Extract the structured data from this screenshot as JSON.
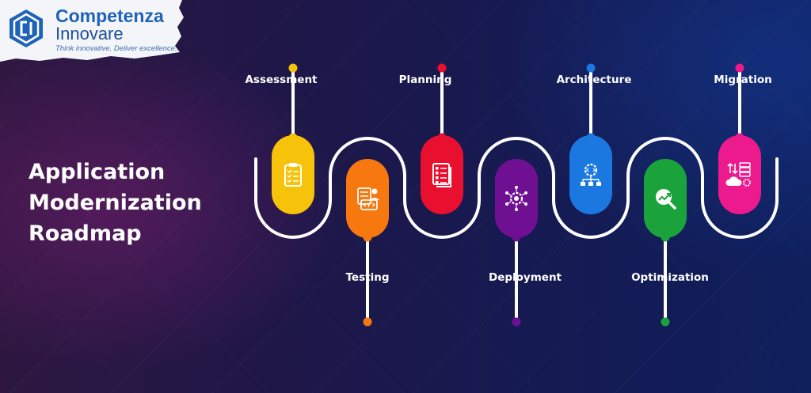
{
  "brand": {
    "name_line1": "Competenza",
    "name_line2": "Innovare",
    "tagline": "Think innovative. Deliver excellence."
  },
  "title": {
    "line1": "Application",
    "line2": "Modernization",
    "line3": "Roadmap"
  },
  "steps": [
    {
      "label": "Assessment",
      "color": "#f7c20a",
      "icon": "clipboard-checklist-icon",
      "label_position": "top"
    },
    {
      "label": "Testing",
      "color": "#f7780f",
      "icon": "code-review-icon",
      "label_position": "bottom"
    },
    {
      "label": "Planning",
      "color": "#e8102e",
      "icon": "task-list-icon",
      "label_position": "top"
    },
    {
      "label": "Deployment",
      "color": "#6f0f91",
      "icon": "gear-network-icon",
      "label_position": "bottom"
    },
    {
      "label": "Architecture",
      "color": "#1b78e0",
      "icon": "code-gear-hierarchy-icon",
      "label_position": "top"
    },
    {
      "label": "Optimization",
      "color": "#1aa33a",
      "icon": "growth-search-icon",
      "label_position": "bottom"
    },
    {
      "label": "Migration",
      "color": "#ec1a8c",
      "icon": "cloud-server-migration-icon",
      "label_position": "top"
    }
  ]
}
